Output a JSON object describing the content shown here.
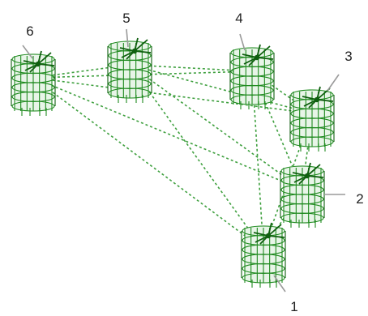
{
  "colors": {
    "link": "#3fa03f",
    "cage": "#1f8a1f",
    "cage_dark": "#0f5f0f",
    "leader": "#9a9a9a",
    "label": "#222222"
  },
  "nodes": [
    {
      "id": "1",
      "label": "1"
    },
    {
      "id": "2",
      "label": "2"
    },
    {
      "id": "3",
      "label": "3"
    },
    {
      "id": "4",
      "label": "4"
    },
    {
      "id": "5",
      "label": "5"
    },
    {
      "id": "6",
      "label": "6"
    }
  ],
  "links": [
    [
      "6",
      "5"
    ],
    [
      "6",
      "4"
    ],
    [
      "6",
      "3"
    ],
    [
      "6",
      "2"
    ],
    [
      "6",
      "1"
    ],
    [
      "5",
      "4"
    ],
    [
      "5",
      "3"
    ],
    [
      "5",
      "2"
    ],
    [
      "5",
      "1"
    ],
    [
      "4",
      "3"
    ],
    [
      "4",
      "2"
    ],
    [
      "4",
      "1"
    ],
    [
      "3",
      "2"
    ],
    [
      "3",
      "1"
    ],
    [
      "2",
      "1"
    ]
  ]
}
